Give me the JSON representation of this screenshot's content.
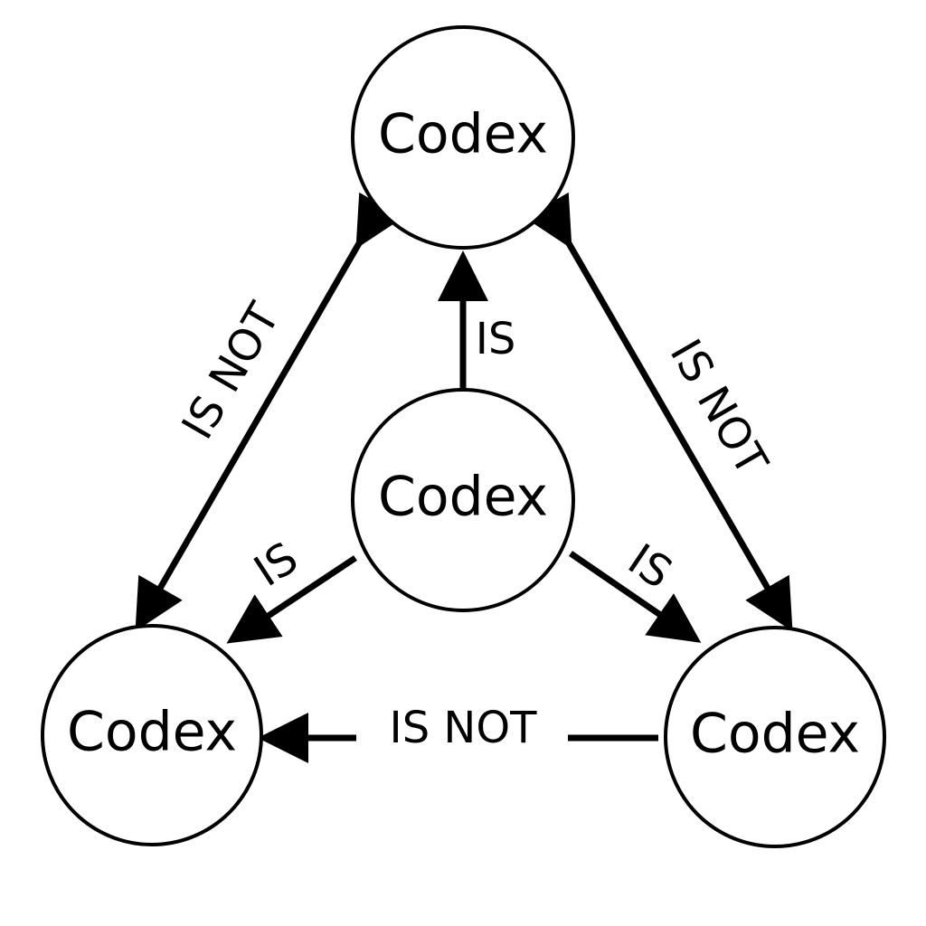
{
  "nodes": {
    "top": {
      "label": "Codex"
    },
    "center": {
      "label": "Codex"
    },
    "bottom_left": {
      "label": "Codex"
    },
    "bottom_right": {
      "label": "Codex"
    }
  },
  "edges": {
    "center_to_top": {
      "label": "IS",
      "from": "center",
      "to": "top"
    },
    "center_to_bottom_left": {
      "label": "IS",
      "from": "center",
      "to": "bottom_left"
    },
    "center_to_bottom_right": {
      "label": "IS",
      "from": "center",
      "to": "bottom_right"
    },
    "top_bottom_left": {
      "label": "IS NOT",
      "from": "top",
      "to": "bottom_left"
    },
    "top_bottom_right": {
      "label": "IS NOT",
      "from": "top",
      "to": "bottom_right"
    },
    "bottom_right_to_bottom_left": {
      "label": "IS NOT",
      "from": "bottom_right",
      "to": "bottom_left"
    }
  },
  "colors": {
    "stroke": "#000000",
    "background": "#ffffff"
  }
}
